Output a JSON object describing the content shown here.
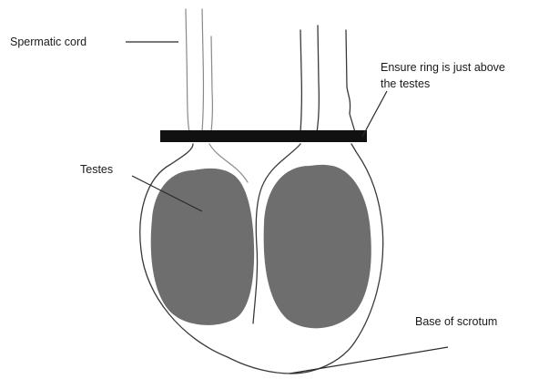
{
  "labels": {
    "spermatic_cord": "Spermatic cord",
    "ring_line1": "Ensure ring is just above",
    "ring_line2": "the testes",
    "testes": "Testes",
    "base": "Base of scrotum"
  },
  "colors": {
    "background": "#ffffff",
    "ring": "#111111",
    "testis_fill": "#6e6e6e",
    "outline": "#3a3a3a"
  }
}
